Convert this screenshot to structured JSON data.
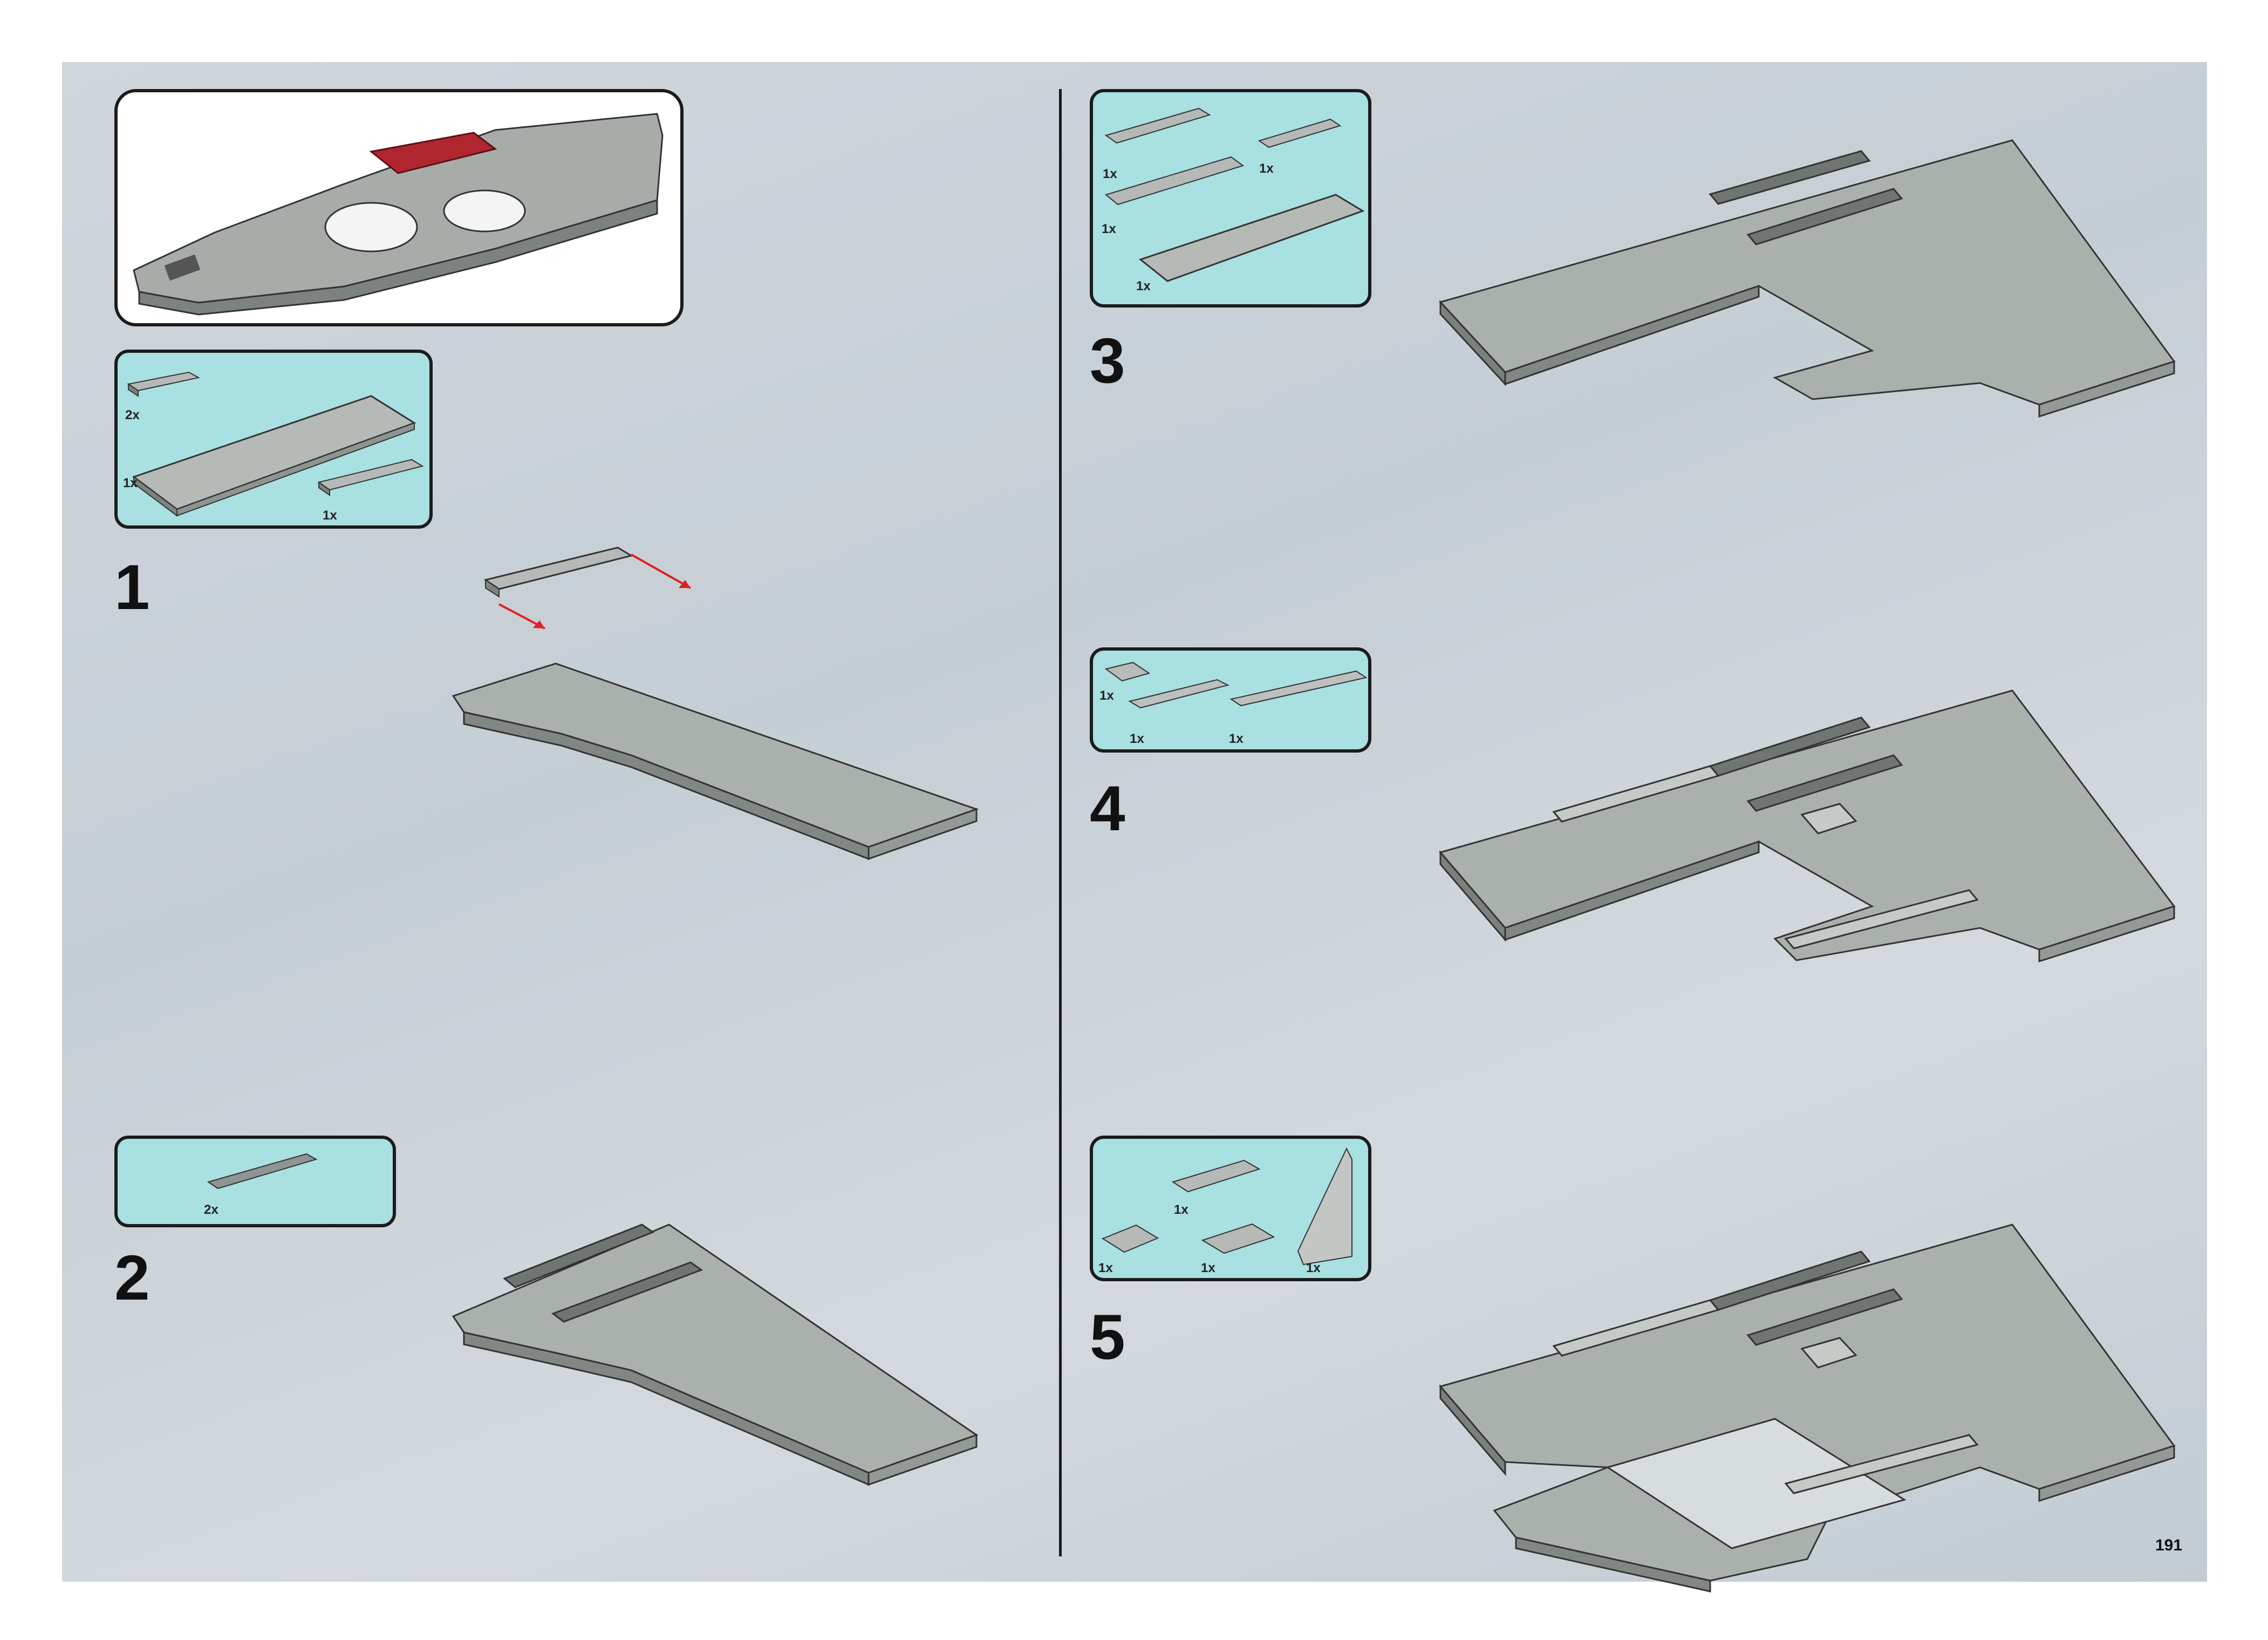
{
  "page": {
    "number": "191"
  },
  "subassembly_preview": {
    "description_icon": "wing-subassembly-preview",
    "accent": "#b0262f"
  },
  "steps": [
    {
      "number": "1",
      "parts": [
        {
          "qty": "2x"
        },
        {
          "qty": "1x"
        },
        {
          "qty": "1x"
        }
      ]
    },
    {
      "number": "2",
      "parts": [
        {
          "qty": "2x"
        }
      ]
    },
    {
      "number": "3",
      "parts": [
        {
          "qty": "1x"
        },
        {
          "qty": "1x"
        },
        {
          "qty": "1x"
        },
        {
          "qty": "1x"
        }
      ]
    },
    {
      "number": "4",
      "parts": [
        {
          "qty": "1x"
        },
        {
          "qty": "1x"
        },
        {
          "qty": "1x"
        }
      ]
    },
    {
      "number": "5",
      "parts": [
        {
          "qty": "1x"
        },
        {
          "qty": "1x"
        },
        {
          "qty": "1x"
        },
        {
          "qty": "1x"
        }
      ]
    }
  ],
  "colors": {
    "callout_bg": "#a9e0e2",
    "brick_gray": "#a9aeab",
    "brick_dark": "#6e7470",
    "arrow_red": "#e02020"
  }
}
